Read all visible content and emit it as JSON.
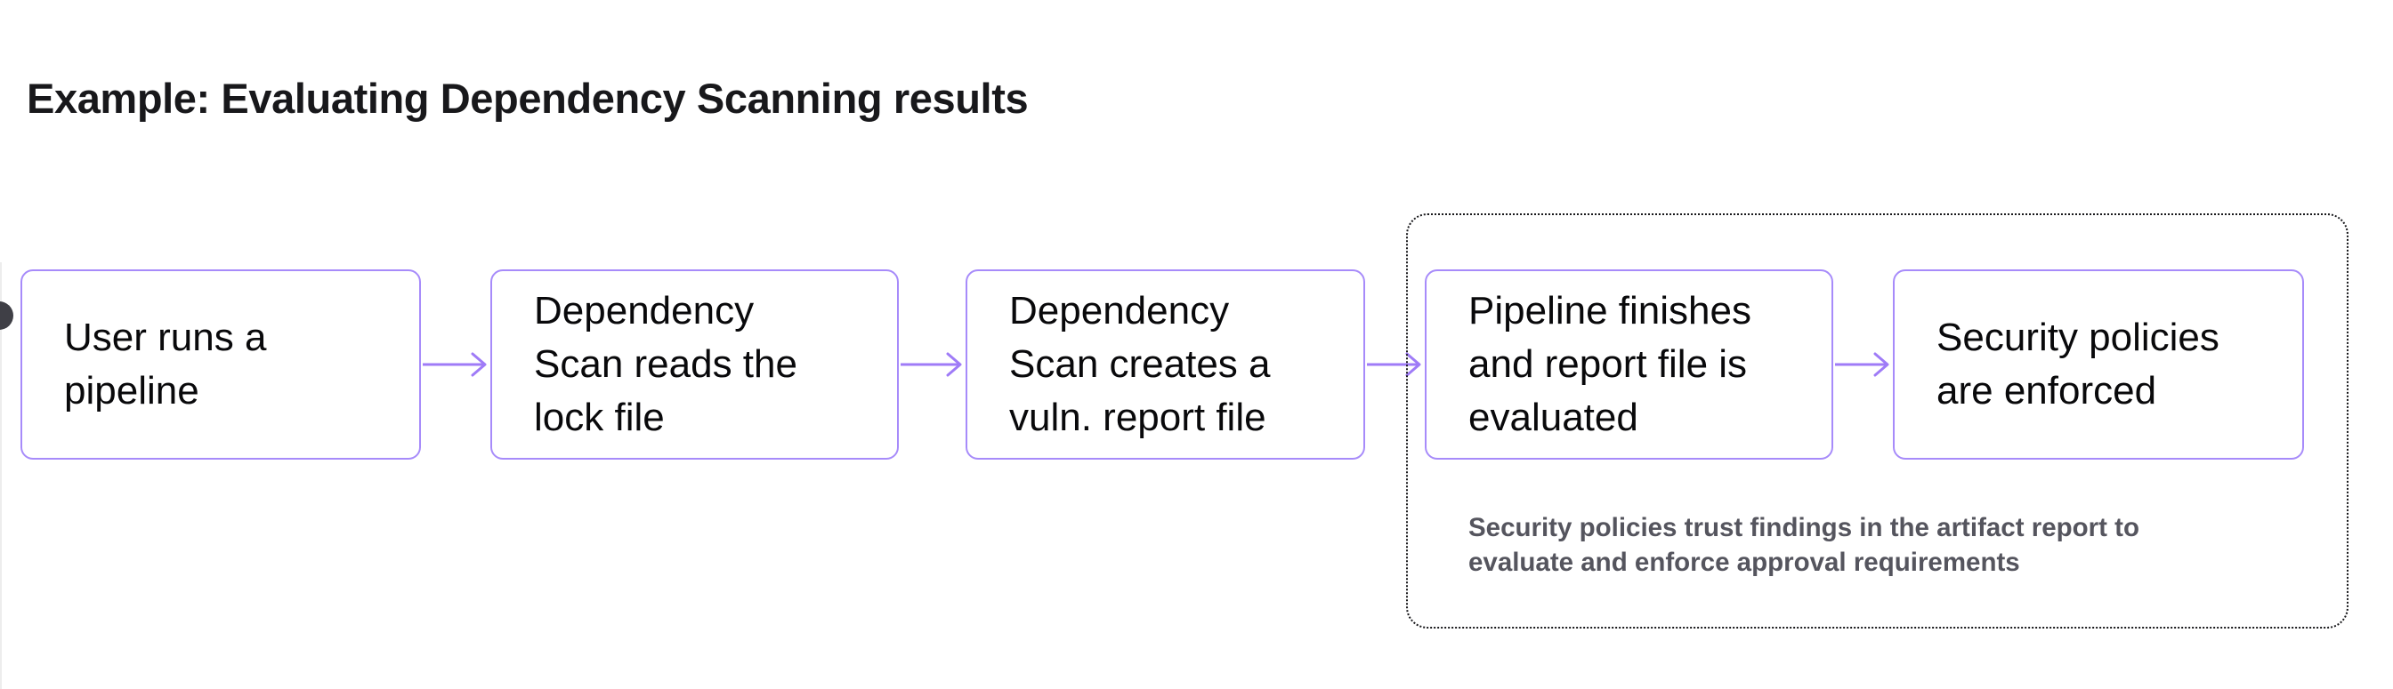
{
  "title": "Example: Evaluating Dependency Scanning results",
  "flow": {
    "steps": [
      {
        "name": "user-runs-pipeline",
        "lines": [
          "User runs a",
          "pipeline"
        ]
      },
      {
        "name": "scan-reads-lock-file",
        "lines": [
          "Dependency",
          "Scan reads the",
          "lock file"
        ]
      },
      {
        "name": "scan-creates-report",
        "lines": [
          "Dependency",
          "Scan creates a",
          "vuln. report file"
        ]
      },
      {
        "name": "pipeline-finishes",
        "lines": [
          "Pipeline finishes",
          "and report file is",
          "evaluated"
        ]
      },
      {
        "name": "security-policies-enforced",
        "lines": [
          "Security policies",
          "are enforced"
        ]
      }
    ],
    "annotation": {
      "line1": "Security policies trust findings in the artifact report to",
      "line2": "evaluate and enforce approval requirements"
    }
  },
  "colors": {
    "box_border": "#a78bfa",
    "arrow": "#9f7bf7",
    "dotted_border": "#18181b",
    "title_text": "#18181b",
    "box_text": "#09090b",
    "annotation_text": "#55555e",
    "background": "#ffffff"
  }
}
